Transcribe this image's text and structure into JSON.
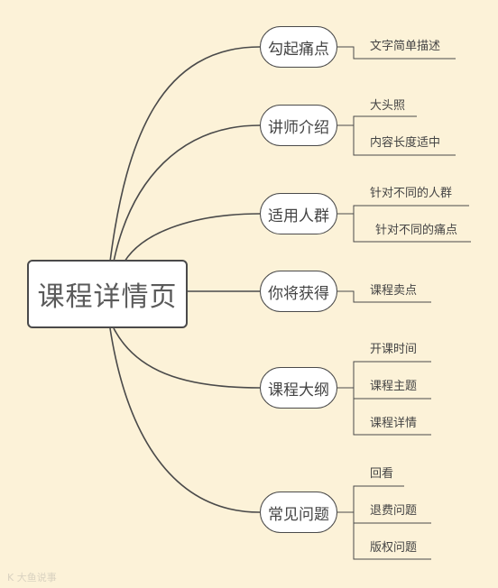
{
  "root": {
    "label": "课程详情页"
  },
  "branches": [
    {
      "label": "勾起痛点",
      "children": [
        "文字简单描述"
      ]
    },
    {
      "label": "讲师介绍",
      "children": [
        "大头照",
        "内容长度适中"
      ]
    },
    {
      "label": "适用人群",
      "children": [
        "针对不同的人群",
        "针对不同的痛点"
      ]
    },
    {
      "label": "你将获得",
      "children": [
        "课程卖点"
      ]
    },
    {
      "label": "课程大纲",
      "children": [
        "开课时间",
        "课程主题",
        "课程详情"
      ]
    },
    {
      "label": "常见问题",
      "children": [
        "回看",
        "退费问题",
        "版权问题"
      ]
    }
  ],
  "watermark": "K 大鱼说事",
  "colors": {
    "background": "#fcf2d8",
    "line": "#4a4a4a",
    "node_fill": "#ffffff",
    "text": "#444444"
  }
}
